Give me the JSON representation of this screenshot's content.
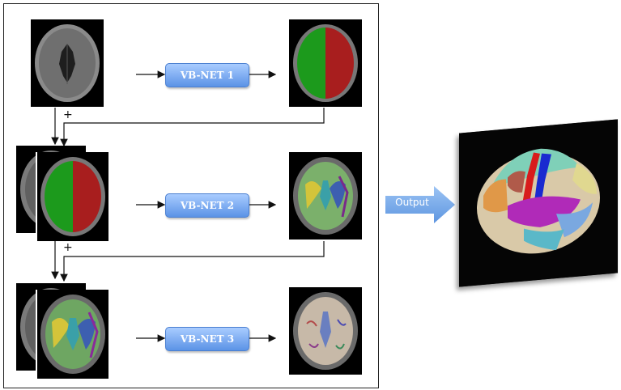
{
  "stages": [
    {
      "label": "VB-NET 1"
    },
    {
      "label": "VB-NET 2"
    },
    {
      "label": "VB-NET 3"
    }
  ],
  "plus_sign": "+",
  "output_label": "Output",
  "colors": {
    "box_top": "#a9ccff",
    "box_bottom": "#5b93e6",
    "arrow": "#6ea6ee",
    "left_hemisphere": "#1c9a1c",
    "right_hemisphere": "#a81e1e"
  }
}
